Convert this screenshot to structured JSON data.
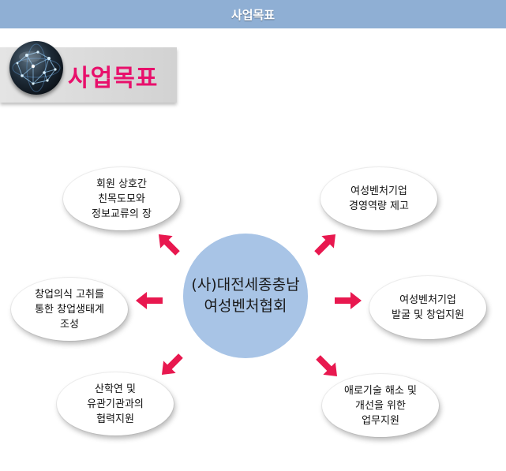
{
  "header": {
    "title": "사업목표"
  },
  "banner": {
    "title": "사업목표"
  },
  "diagram": {
    "center": {
      "lines": [
        "(사)대전세종충남",
        "여성벤처협회"
      ]
    },
    "nodes": [
      {
        "id": "top-left",
        "lines": [
          "회원 상호간",
          "친목도모와",
          "정보교류의 장"
        ]
      },
      {
        "id": "top-right",
        "lines": [
          "여성벤처기업",
          "경영역량 제고"
        ]
      },
      {
        "id": "mid-left",
        "lines": [
          "창업의식 고취를",
          "통한 창업생태계",
          "조성"
        ]
      },
      {
        "id": "mid-right",
        "lines": [
          "여성벤처기업",
          "발굴 및 창업지원"
        ]
      },
      {
        "id": "bottom-left",
        "lines": [
          "산학연 및",
          "유관기관과의",
          "협력지원"
        ]
      },
      {
        "id": "bottom-right",
        "lines": [
          "애로기술 해소 및",
          "개선을 위한",
          "업무지원"
        ]
      }
    ]
  },
  "colors": {
    "header_bg": "#8fafd4",
    "accent": "#e8106b",
    "arrow": "#e8184f",
    "center_circle": "#a8c4e6"
  },
  "icons": {
    "banner_icon": "globe-network-icon",
    "arrow": "arrow-icon"
  }
}
